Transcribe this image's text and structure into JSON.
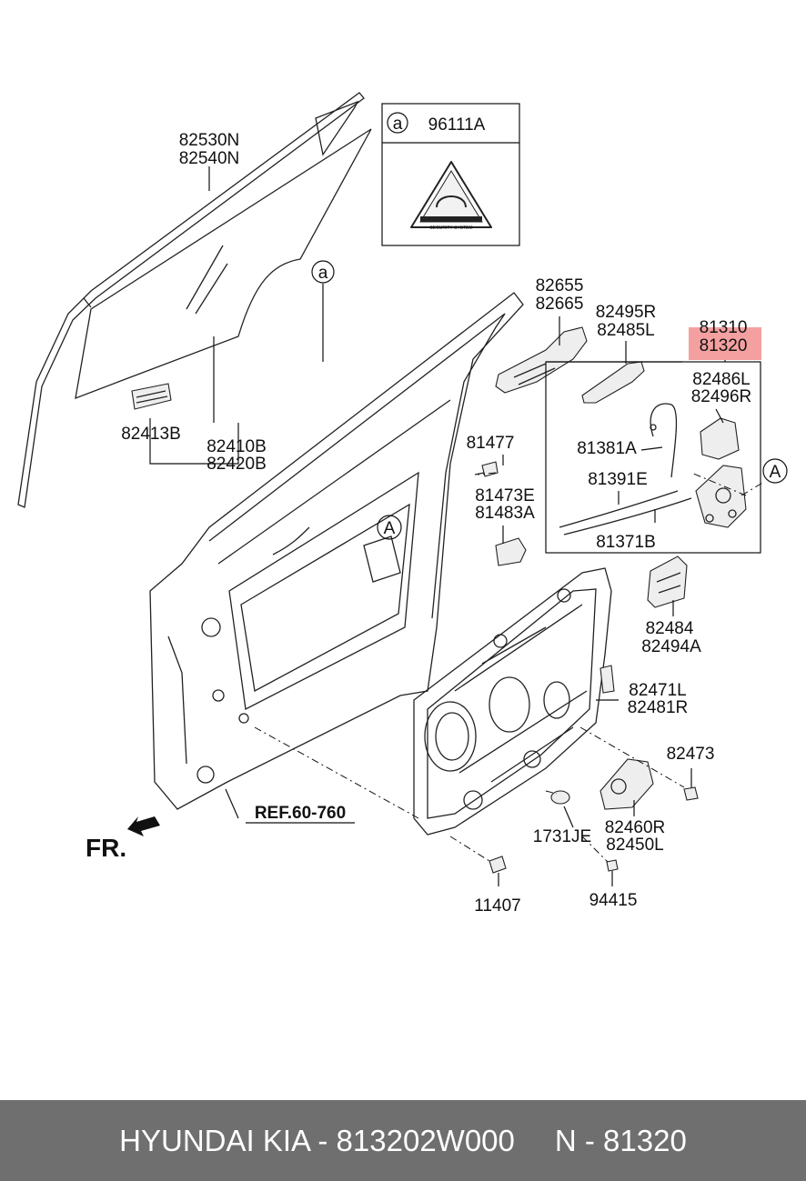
{
  "legend": {
    "circle_letter": "a",
    "part_no": "96111A",
    "emblem_text": "SECURITY SYSTEM"
  },
  "labels": {
    "glass_run_a": "82530N",
    "glass_run_b": "82540N",
    "callout_a_glass": "a",
    "bracket_a": "82655",
    "bracket_b": "82665",
    "rod_a": "82495R",
    "rod_b": "82485L",
    "latch_a": "81310",
    "latch_b": "81320",
    "cover_a": "82486L",
    "cover_b": "82496R",
    "cable_inner": "81381A",
    "cable_a": "81391E",
    "cable_b": "81371B",
    "callout_A_latch": "A",
    "callout_A_door": "A",
    "clip": "82413B",
    "glass_a": "82410B",
    "glass_b": "82420B",
    "bolt_81477": "81477",
    "handle_a": "81473E",
    "handle_b": "81483A",
    "hinge_a": "82484",
    "hinge_b": "82494A",
    "module_a": "82471L",
    "module_b": "82481R",
    "screw_82473": "82473",
    "motor_a": "82460R",
    "motor_b": "82450L",
    "plug": "1731JE",
    "bolt_11407": "11407",
    "bolt_94415": "94415",
    "ref": "REF.60-760",
    "front": "FR."
  },
  "highlight_color": "#f4a0a0",
  "footer": {
    "brand_part": "HYUNDAI KIA - 813202W000",
    "alt_part": "N - 81320"
  }
}
